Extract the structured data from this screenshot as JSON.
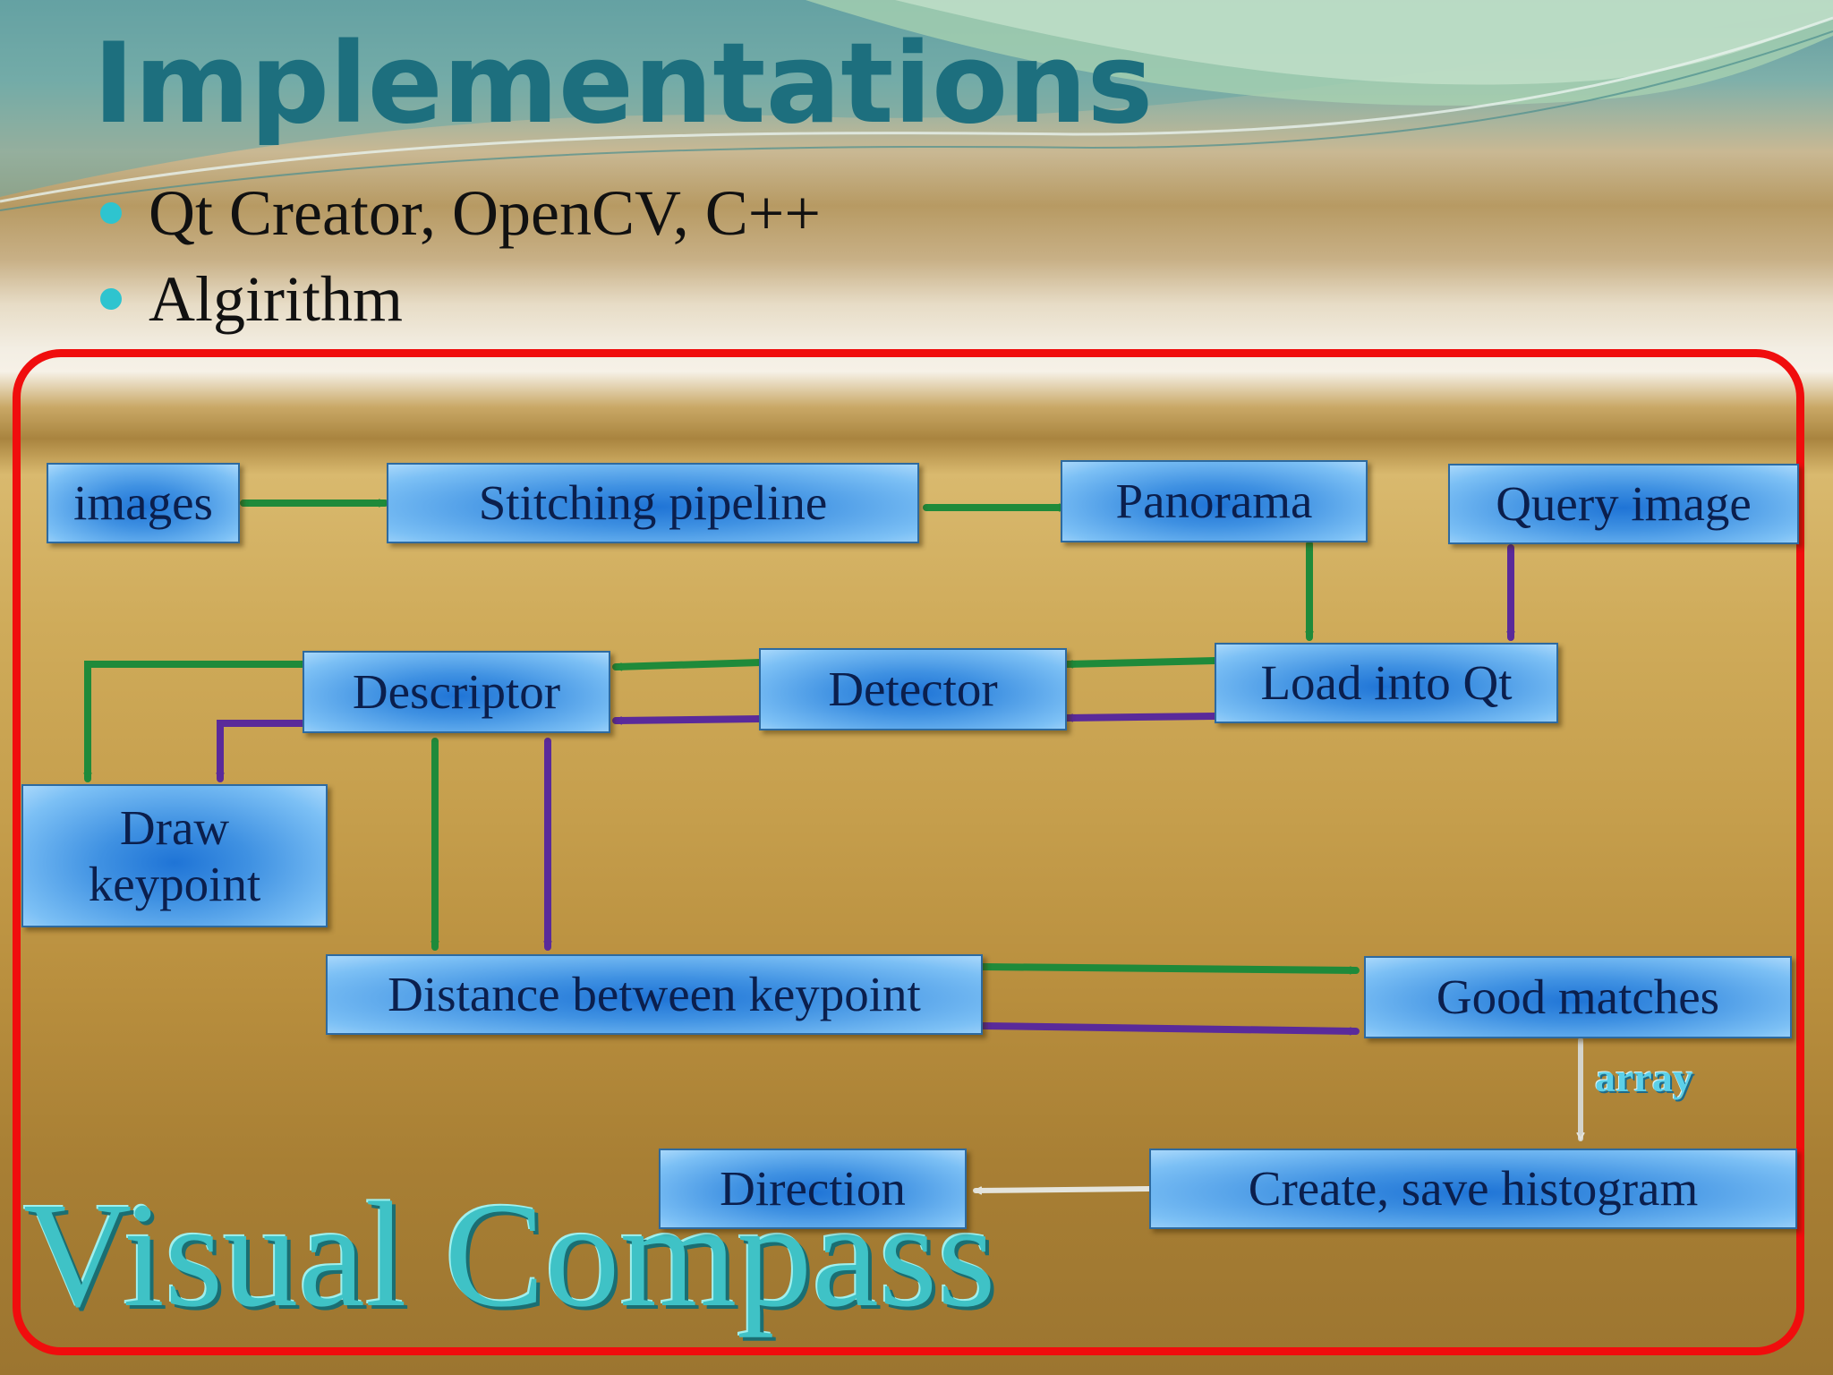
{
  "slide": {
    "title": "Implementations",
    "bullets": [
      "Qt Creator, OpenCV, C++",
      "Algirithm"
    ]
  },
  "diagram": {
    "nodes": {
      "images": "images",
      "stitching": "Stitching pipeline",
      "panorama": "Panorama",
      "query": "Query image",
      "load": "Load into Qt",
      "detector": "Detector",
      "descriptor": "Descriptor",
      "draw_line1": "Draw",
      "draw_line2": "keypoint",
      "distance": "Distance between keypoint",
      "good": "Good matches",
      "histogram": "Create, save  histogram",
      "direction": "Direction"
    },
    "edge_label": "array",
    "watermark": "Visual Compass",
    "colors": {
      "green_flow": "#1f8a3a",
      "purple_flow": "#5a2a9a",
      "gray_flow": "#d8d8d0",
      "frame": "#f00d0d"
    }
  }
}
